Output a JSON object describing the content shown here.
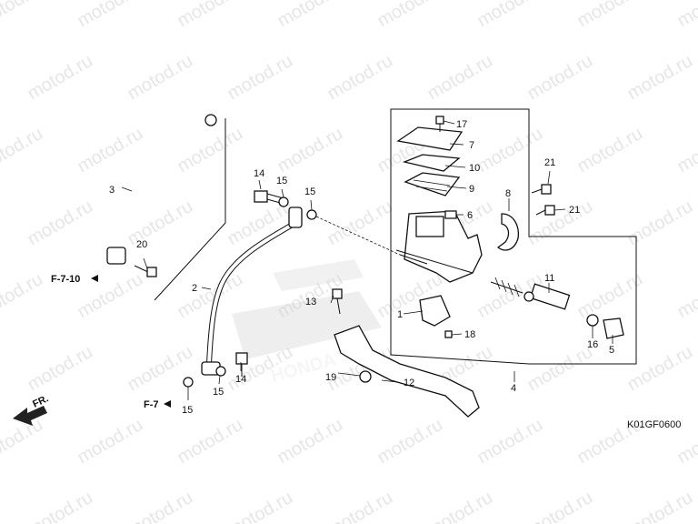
{
  "watermark": "motod.ru",
  "brand_logo_text": "HONDA",
  "diagram_code": "K01GF0600",
  "front_indicator": "FR.",
  "references": {
    "ref_f7_10": "F-7-10",
    "ref_f7": "F-7"
  },
  "labels": {
    "p1": "1",
    "p2": "2",
    "p3": "3",
    "p4": "4",
    "p5": "5",
    "p6": "6",
    "p7": "7",
    "p8": "8",
    "p9": "9",
    "p10": "10",
    "p11": "11",
    "p12": "12",
    "p13": "13",
    "p14a": "14",
    "p14b": "14",
    "p15a": "15",
    "p15b": "15",
    "p15c": "15",
    "p15d": "15",
    "p16": "16",
    "p17": "17",
    "p18": "18",
    "p19": "19",
    "p20": "20",
    "p21a": "21",
    "p21b": "21"
  }
}
